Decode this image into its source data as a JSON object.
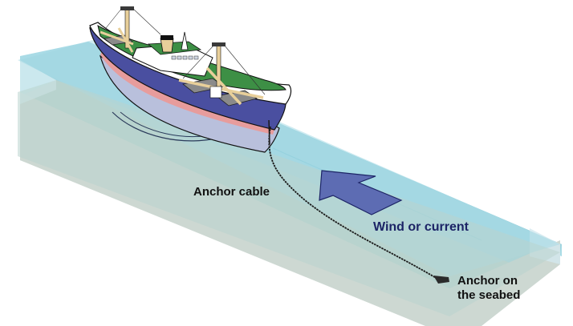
{
  "diagram": {
    "title": "Ship riding at anchor",
    "labels": {
      "anchor_cable": "Anchor cable",
      "wind_or_current": "Wind or current",
      "anchor_line1": "Anchor on",
      "anchor_line2": "the seabed"
    },
    "colors": {
      "water_surface": "#a9dbe6",
      "water_side": "#cfe8ee",
      "seabed": "#c9d6cf",
      "seabed_front": "#d7e0db",
      "hull": "#4a4fa0",
      "hull_underwater": "#aab4d6",
      "boot_stripe": "#e89a9a",
      "deck": "#3d8f45",
      "superstructure": "#ffffff",
      "mast": "#e8cf9a",
      "hatch": "#8a8a8a",
      "arrow": "#5d6cb3",
      "arrow_outline": "#1c2466",
      "wind_text": "#1c2466",
      "cable": "#1a1a1a"
    },
    "elements": [
      "ship",
      "anchor-cable",
      "anchor",
      "wind-arrow",
      "water-block",
      "seabed"
    ]
  }
}
